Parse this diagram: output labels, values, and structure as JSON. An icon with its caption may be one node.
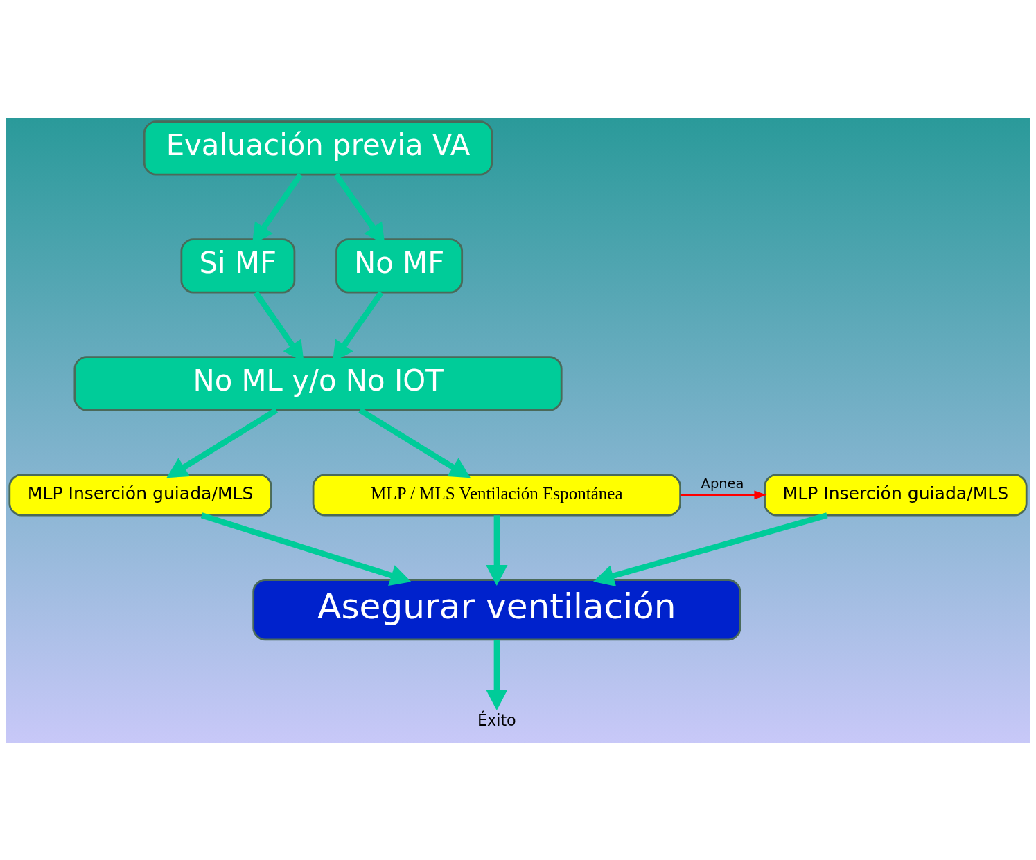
{
  "diagram": {
    "nodes": [
      {
        "text": [
          "Evaluación previa VA"
        ]
      },
      {
        "text": [
          "Si MF"
        ]
      },
      {
        "text": [
          "No MF"
        ]
      },
      {
        "text": [
          "No ML y/o No IOT"
        ]
      },
      {
        "text": [
          "MLP Inserción guiada/MLS"
        ]
      },
      {
        "text": [
          "MLP / MLS Ventilación Espontánea"
        ]
      },
      {
        "text": [
          "MLP Inserción guiada/MLS"
        ]
      },
      {
        "text": [
          "Asegurar ventilación"
        ]
      },
      {
        "text": [
          "Éxito"
        ]
      }
    ],
    "edges": [
      {
        "from": 0,
        "to": 1,
        "arrow": "to"
      },
      {
        "from": 0,
        "to": 2,
        "arrow": "to"
      },
      {
        "from": 1,
        "to": 3,
        "arrow": "to"
      },
      {
        "from": 2,
        "to": 3,
        "arrow": "to"
      },
      {
        "from": 3,
        "to": 4,
        "arrow": "to"
      },
      {
        "from": 3,
        "to": 5,
        "arrow": "to"
      },
      {
        "from": 5,
        "to": 6,
        "arrow": "to",
        "label": "Apnea",
        "color": "#ff0000"
      },
      {
        "from": 4,
        "to": 7,
        "arrow": "to"
      },
      {
        "from": 5,
        "to": 7,
        "arrow": "to"
      },
      {
        "from": 6,
        "to": 7,
        "arrow": "to"
      },
      {
        "from": 7,
        "to": 8,
        "arrow": "to"
      }
    ]
  }
}
